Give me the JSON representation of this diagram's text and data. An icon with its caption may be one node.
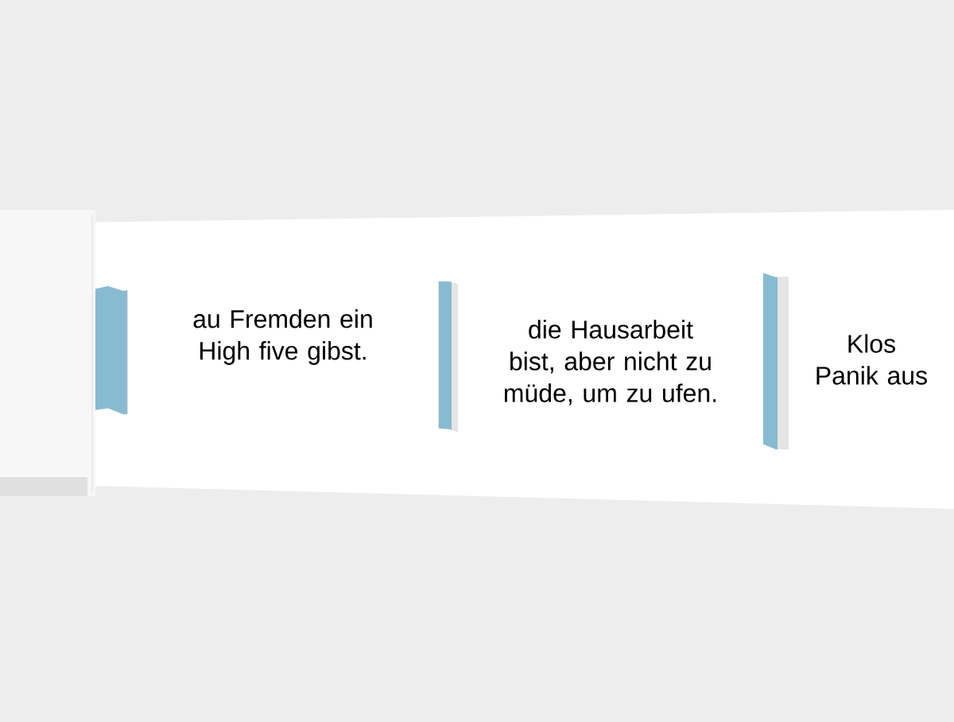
{
  "diagram": {
    "nodes": [
      {
        "text": [
          "au Fremden ein High five gibst."
        ]
      },
      {
        "text": [
          "die Hausarbeit bist, aber nicht zu müde, um zu ufen."
        ]
      },
      {
        "text": [
          "Klos Panik aus"
        ]
      }
    ]
  }
}
